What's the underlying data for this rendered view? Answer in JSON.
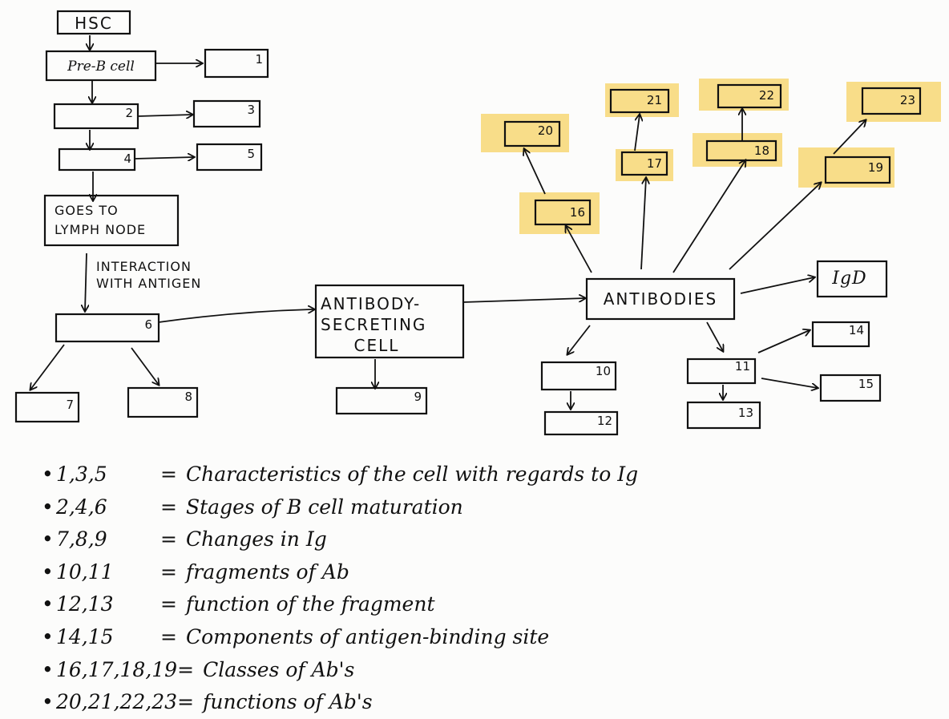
{
  "boxes": {
    "hsc": "HSC",
    "pre_b_cell": "Pre-B cell",
    "b1": "1",
    "b2": "2",
    "b3": "3",
    "b4": "4",
    "b5": "5",
    "goes_line1": "GOES TO",
    "goes_line2": "LYMPH NODE",
    "b6": "6",
    "b7": "7",
    "b8": "8",
    "asc_line1": "ANTIBODY-",
    "asc_line2": "SECRETING",
    "asc_line3": "CELL",
    "b9": "9",
    "antibodies": "ANTIBODIES",
    "b10": "10",
    "b11": "11",
    "b12": "12",
    "b13": "13",
    "b14": "14",
    "b15": "15",
    "b16": "16",
    "b17": "17",
    "b18": "18",
    "b19": "19",
    "b20": "20",
    "b21": "21",
    "b22": "22",
    "b23": "23",
    "igd": "IgD"
  },
  "edge_labels": {
    "interaction_line1": "INTERACTION",
    "interaction_line2": "WITH ANTIGEN"
  },
  "highlight_color": "#f7d774",
  "legend": [
    {
      "keys": "1,3,5",
      "eq": "=",
      "text": "Characteristics of the cell with regards to Ig"
    },
    {
      "keys": "2,4,6",
      "eq": "=",
      "text": "Stages of B cell maturation"
    },
    {
      "keys": "7,8,9",
      "eq": "=",
      "text": "Changes in Ig"
    },
    {
      "keys": "10,11",
      "eq": "=",
      "text": "fragments of Ab"
    },
    {
      "keys": "12,13",
      "eq": "=",
      "text": "function of the fragment"
    },
    {
      "keys": "14,15",
      "eq": "=",
      "text": "Components of antigen-binding site"
    },
    {
      "keys": "16,17,18,19",
      "eq": "=",
      "text": "Classes of Ab's"
    },
    {
      "keys": "20,21,22,23",
      "eq": "=",
      "text": "functions of Ab's"
    }
  ]
}
